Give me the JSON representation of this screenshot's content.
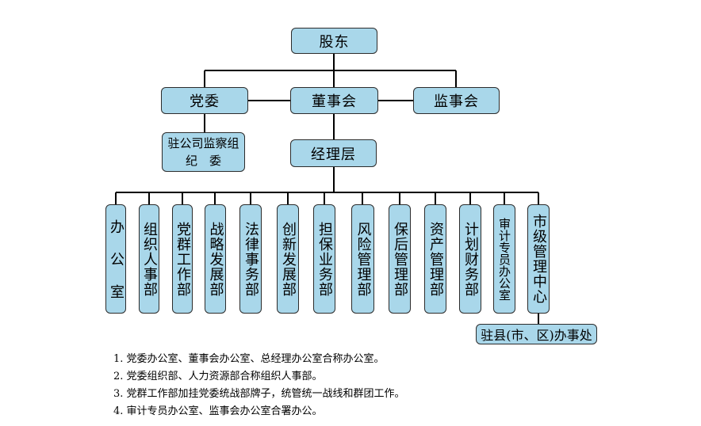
{
  "nodes": {
    "shareholders": "股东",
    "party_committee": "党委",
    "board": "董事会",
    "supervisory_board": "监事会",
    "discipline_group": "驻公司监察组\n纪　委",
    "management": "经理层"
  },
  "departments": [
    "办 公 室",
    "组织人事部",
    "党群工作部",
    "战略发展部",
    "法律事务部",
    "创新发展部",
    "担保业务部",
    "风险管理部",
    "保后管理部",
    "资产管理部",
    "计划财务部",
    "审计专员办公室",
    "市级管理中心"
  ],
  "county_office": "驻县(市、区)办事处",
  "notes": [
    "1. 党委办公室、董事会办公室、总经理办公室合称办公室。",
    "2. 党委组织部、人力资源部合称组织人事部。",
    "3. 党群工作部加挂党委统战部牌子，统管统一战线和群团工作。",
    "4. 审计专员办公室、监事会办公室合署办公。"
  ],
  "colors": {
    "box_fill": "#a9d7ea",
    "box_border": "#2c2c2c",
    "line": "#000000"
  }
}
